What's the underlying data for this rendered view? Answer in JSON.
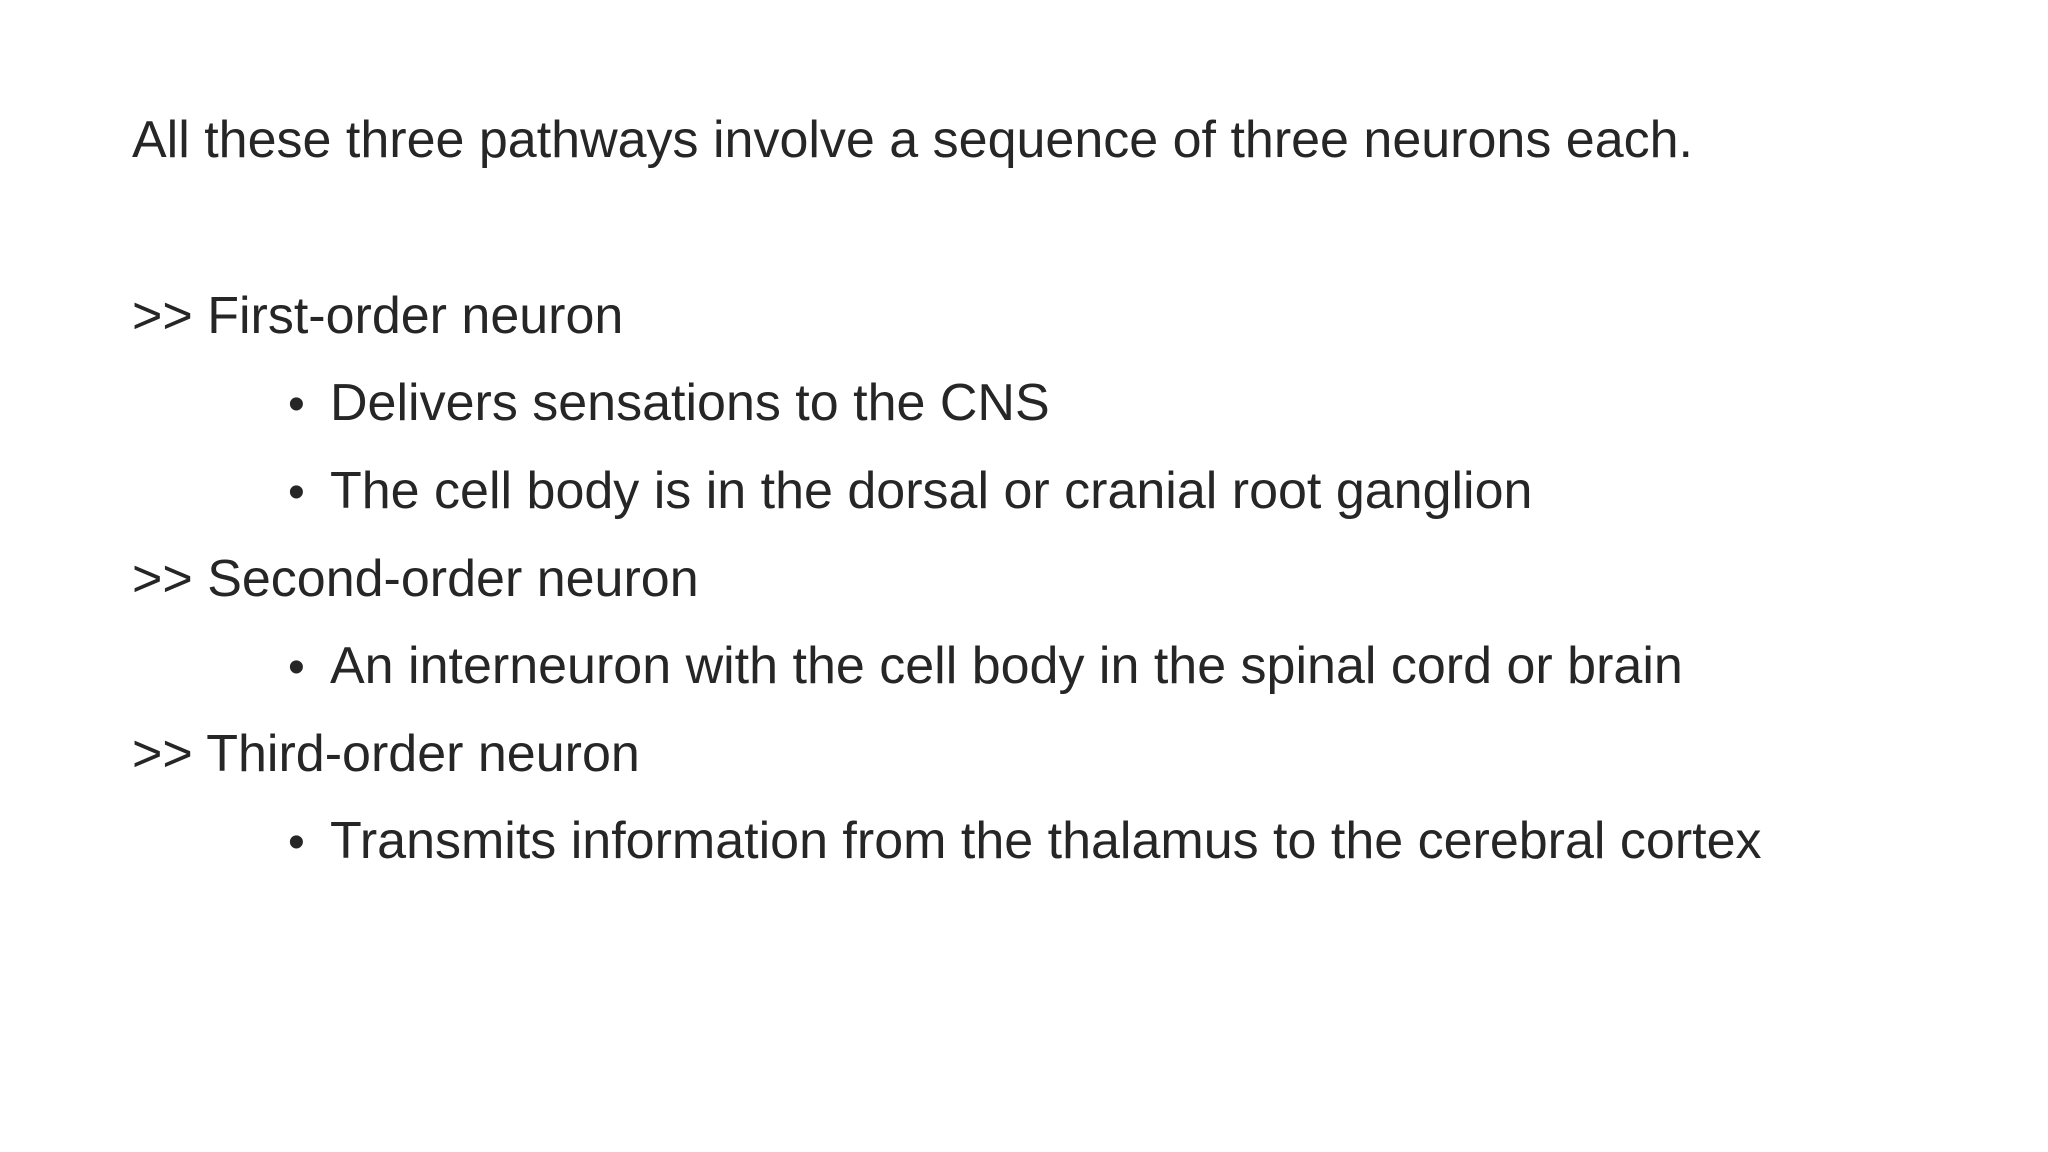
{
  "slide": {
    "intro": "All these three pathways involve a sequence of three neurons each.",
    "marker": ">>",
    "bullet": "•",
    "sections": [
      {
        "heading": "First-order neuron",
        "points": [
          "Delivers sensations to the CNS",
          "The cell body is in the dorsal or cranial root ganglion"
        ]
      },
      {
        "heading": "Second-order neuron",
        "points": [
          "An interneuron with the cell body in the spinal cord or brain"
        ]
      },
      {
        "heading": "Third-order neuron",
        "points": [
          "Transmits information from the thalamus to the cerebral cortex"
        ]
      }
    ]
  },
  "colors": {
    "text": "#262626",
    "background": "#ffffff"
  }
}
